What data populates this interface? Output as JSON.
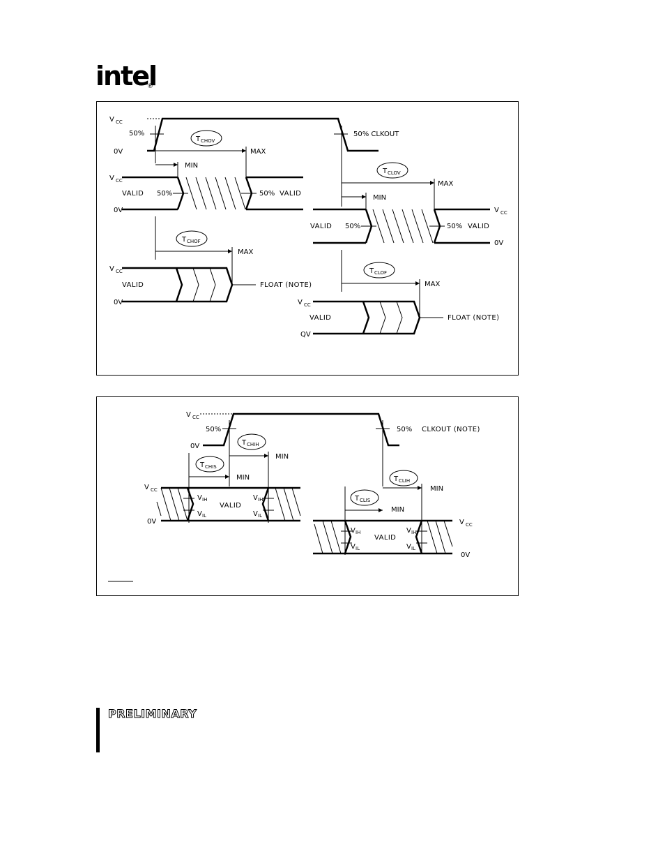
{
  "brand": {
    "logo_text": "intel",
    "registered_mark": "®"
  },
  "diagram_1": {
    "vcc": "V",
    "vcc_sub": "CC",
    "zero_v": "0V",
    "zero_v_alt": "QV",
    "pct50": "50%",
    "clkout_label": "50% CLKOUT",
    "valid": "VALID",
    "min": "MIN",
    "max": "MAX",
    "float_note": "FLOAT (NOTE)",
    "t": "T",
    "tchov_sub": "CHOV",
    "tclov_sub": "CLOV",
    "tchof_sub": "CHOF",
    "tclof_sub": "CLOF"
  },
  "diagram_2": {
    "vcc": "V",
    "vcc_sub": "CC",
    "zero_v": "0V",
    "pct50": "50%",
    "clkout_note": "CLKOUT (NOTE)",
    "valid": "VALID",
    "min": "MIN",
    "t": "T",
    "tchih_sub": "CHIH",
    "tchis_sub": "CHIS",
    "tclih_sub": "CLIH",
    "tclis_sub": "CLIS",
    "v": "V",
    "ih_sub": "IH",
    "il_sub": "IL",
    "note_rule": ""
  },
  "footer": {
    "preliminary": "PRELIMINARY"
  }
}
